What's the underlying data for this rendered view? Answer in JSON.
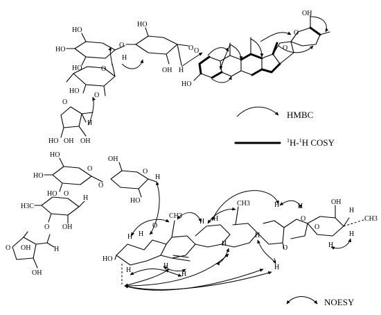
{
  "legend": {
    "hmbc": "HMBC",
    "cosy_sup1": "1",
    "cosy_mid": "H-",
    "cosy_sup2": "1",
    "cosy_end": "H COSY",
    "noesy": "NOESY"
  },
  "atoms": {
    "oh": "OH",
    "ho": "HO",
    "o": "O",
    "h": "H",
    "h3c": "H3C",
    "ch3": "CH3"
  }
}
